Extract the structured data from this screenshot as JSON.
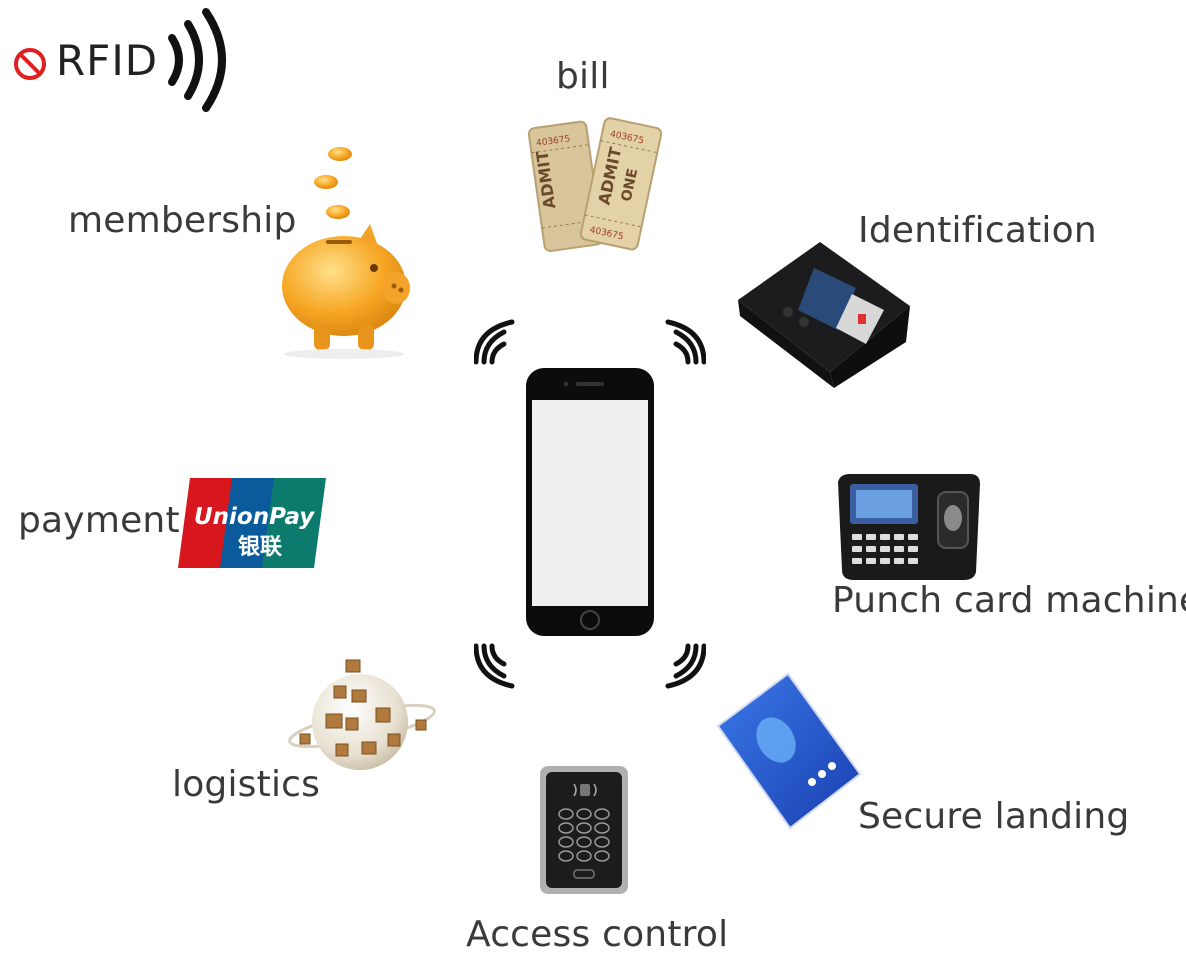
{
  "logo": {
    "text": "RFID"
  },
  "labels": {
    "bill": "bill",
    "membership": "membership",
    "identification": "Identification",
    "payment": "payment",
    "punch": "Punch card machine",
    "logistics": "logistics",
    "secure": "Secure landing",
    "access": "Access control"
  },
  "ticket": {
    "number": "403675",
    "admit": "ADMIT",
    "one": "ONE"
  },
  "unionpay": {
    "brand": "UnionPay",
    "chinese": "银联"
  },
  "colors": {
    "unionpay_red": "#d7161e",
    "unionpay_blue": "#0b5a9c",
    "unionpay_green": "#0d7a6e",
    "gold": "#f6a623",
    "card_blue": "#1c4fc8",
    "ticket": "#d9c8a2"
  },
  "icons": {
    "logo": "rfid-logo-icon",
    "phone": "smartphone-icon",
    "waves": "signal-wave-icon",
    "bill": "tickets-icon",
    "membership": "piggy-bank-icon",
    "identification": "face-recognition-terminal-icon",
    "payment": "unionpay-card-icon",
    "punch": "fingerprint-time-clock-icon",
    "logistics": "globe-boxes-icon",
    "secure": "access-card-icon",
    "access": "keypad-reader-icon"
  }
}
